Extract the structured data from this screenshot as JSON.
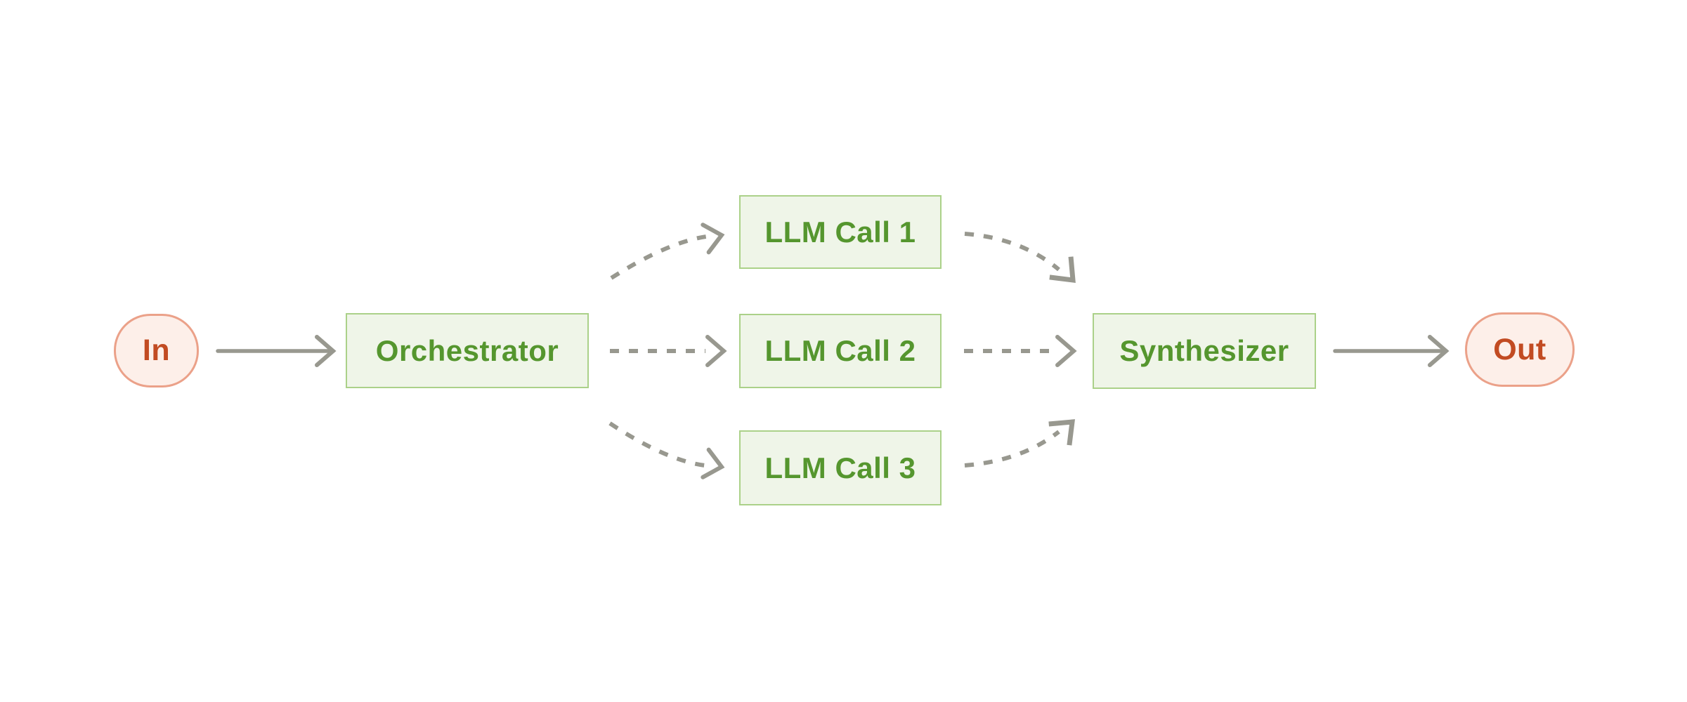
{
  "diagram": {
    "name": "orchestrator-workers-workflow",
    "nodes": {
      "input": {
        "label": "In",
        "kind": "terminal"
      },
      "orchestrator": {
        "label": "Orchestrator",
        "kind": "process"
      },
      "llm_call_1": {
        "label": "LLM Call 1",
        "kind": "process"
      },
      "llm_call_2": {
        "label": "LLM Call 2",
        "kind": "process"
      },
      "llm_call_3": {
        "label": "LLM Call 3",
        "kind": "process"
      },
      "synthesizer": {
        "label": "Synthesizer",
        "kind": "process"
      },
      "output": {
        "label": "Out",
        "kind": "terminal"
      }
    },
    "edges": [
      {
        "from": "input",
        "to": "orchestrator",
        "style": "solid"
      },
      {
        "from": "orchestrator",
        "to": "llm_call_1",
        "style": "dashed"
      },
      {
        "from": "orchestrator",
        "to": "llm_call_2",
        "style": "dashed"
      },
      {
        "from": "orchestrator",
        "to": "llm_call_3",
        "style": "dashed"
      },
      {
        "from": "llm_call_1",
        "to": "synthesizer",
        "style": "dashed"
      },
      {
        "from": "llm_call_2",
        "to": "synthesizer",
        "style": "dashed"
      },
      {
        "from": "llm_call_3",
        "to": "synthesizer",
        "style": "dashed"
      },
      {
        "from": "synthesizer",
        "to": "output",
        "style": "solid"
      }
    ],
    "colors": {
      "background": "#ffffff",
      "node_green_fill": "#eff5e8",
      "node_green_border": "#abd189",
      "node_green_text": "#55962e",
      "terminal_pink_fill": "#fdefe9",
      "terminal_pink_border": "#eba189",
      "terminal_red_text": "#c24b22",
      "arrow_gray": "#98988f"
    }
  }
}
